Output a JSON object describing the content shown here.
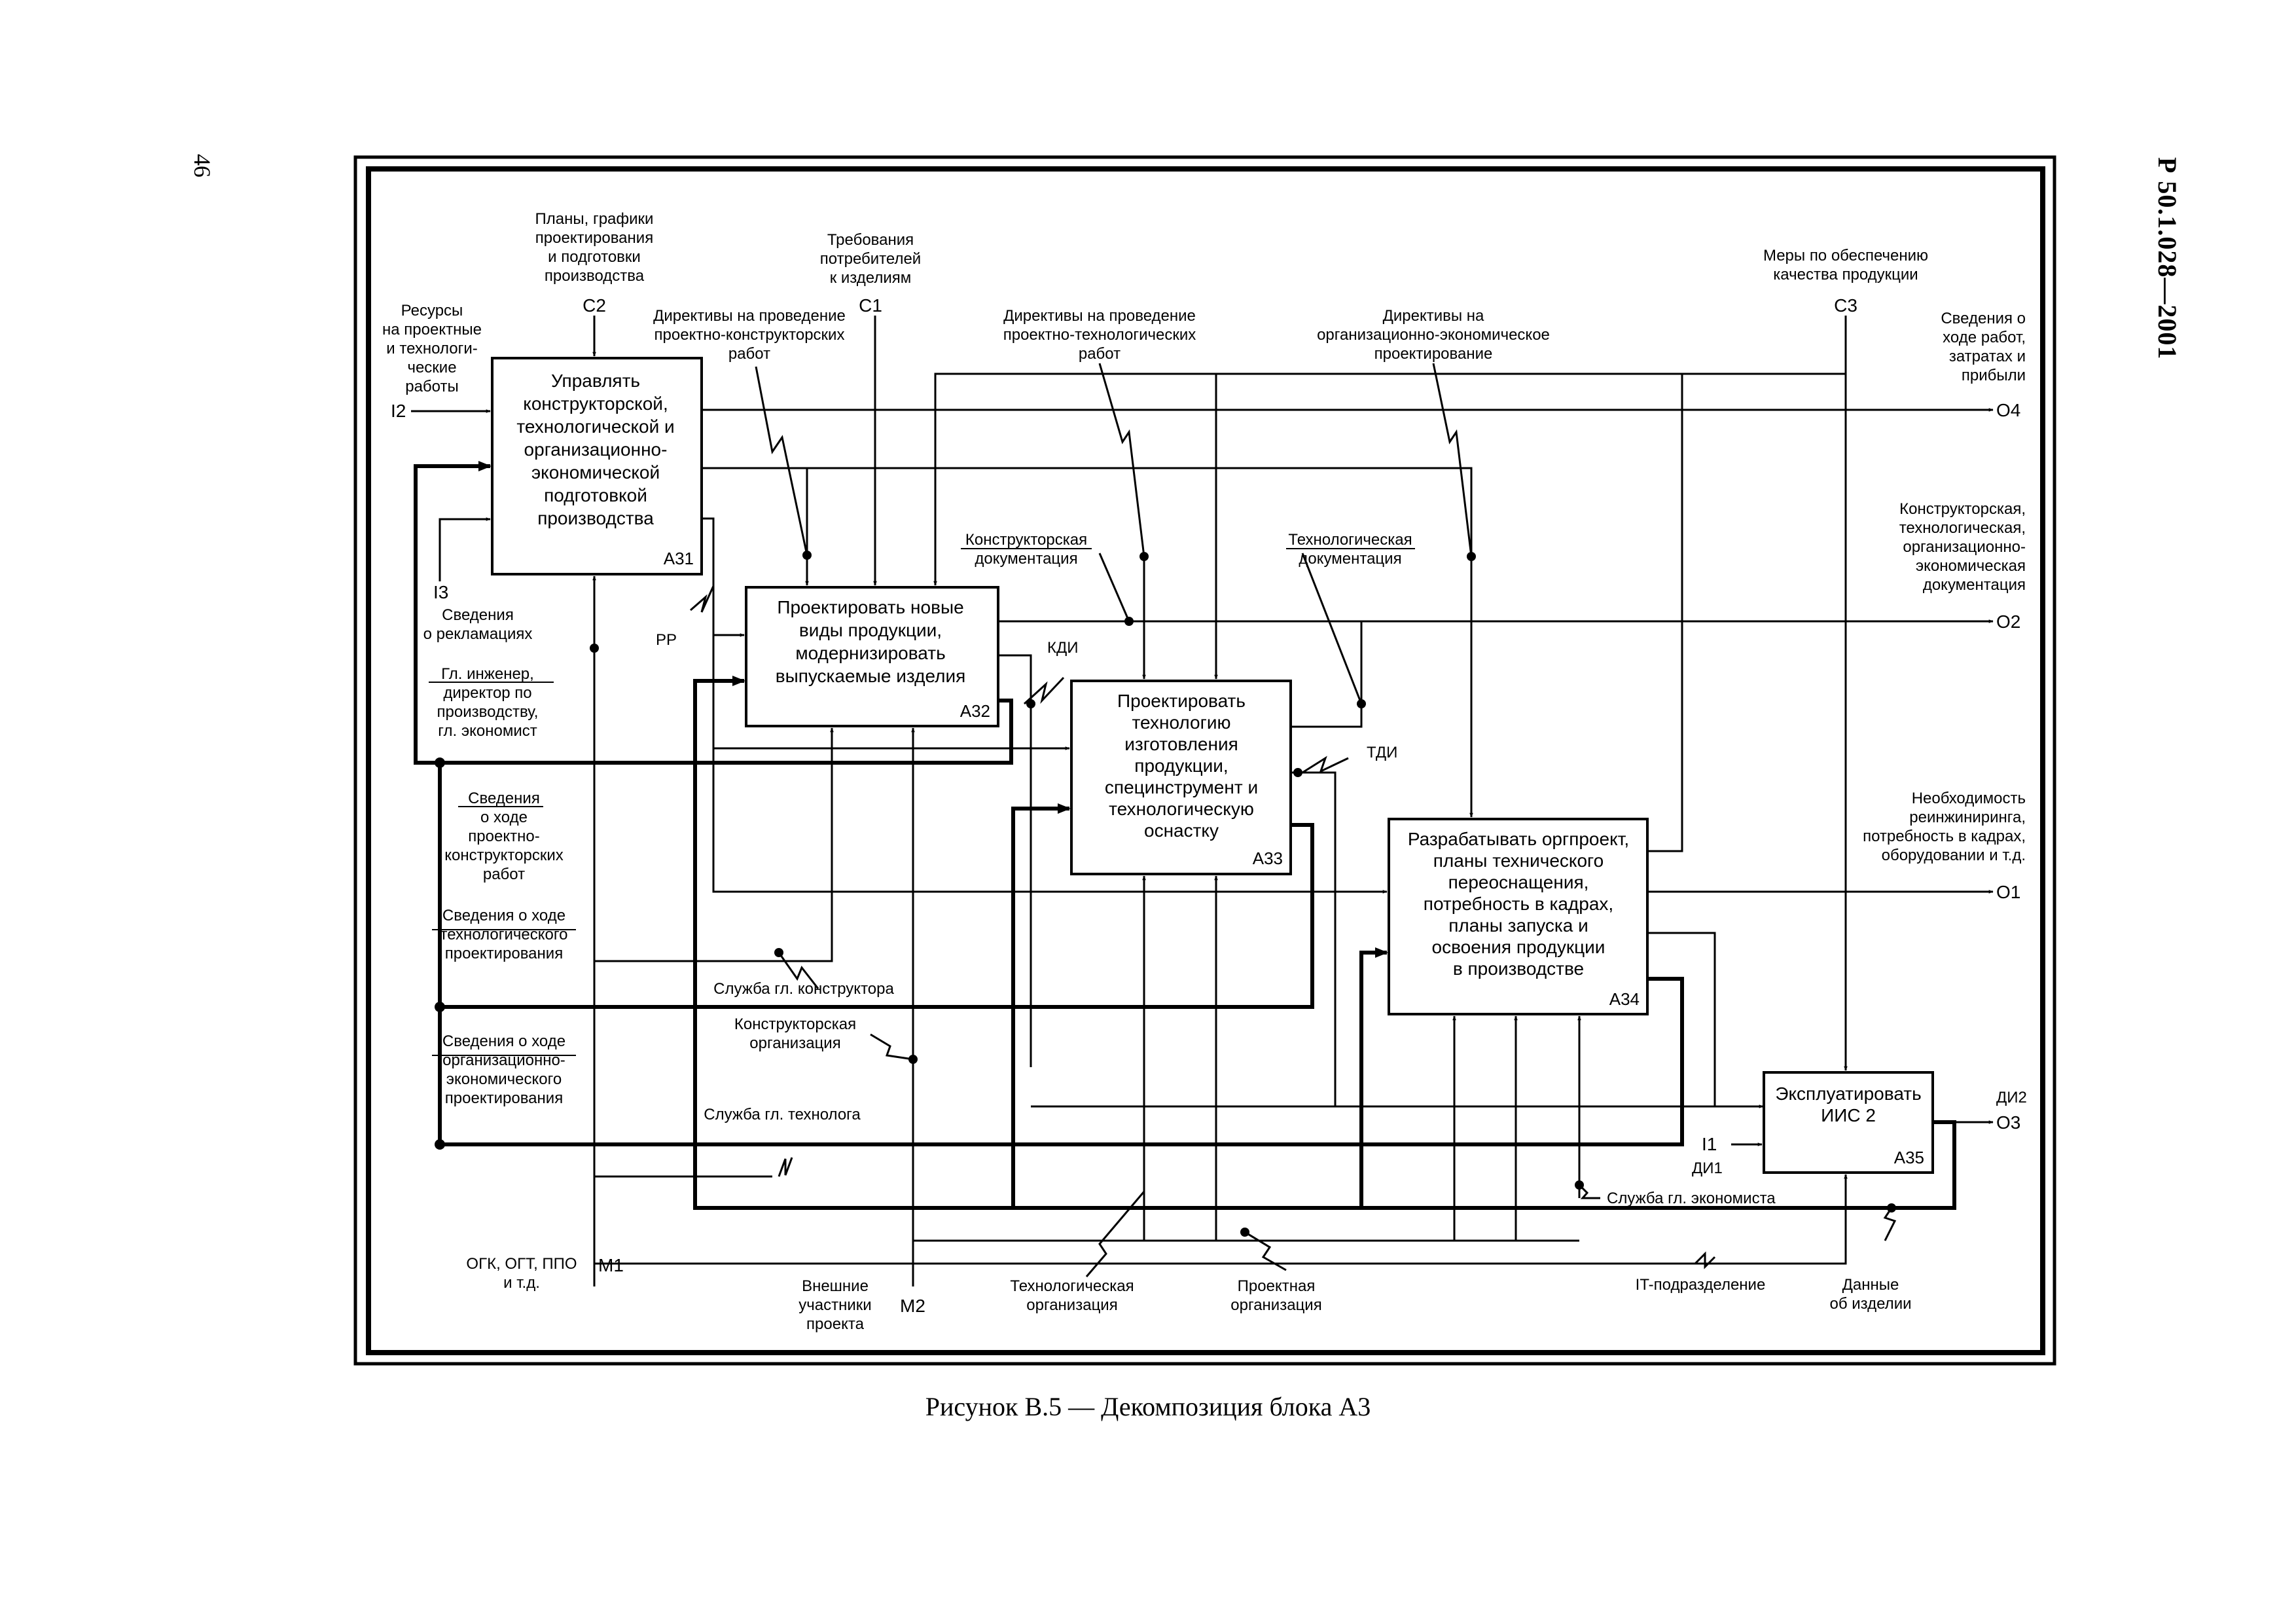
{
  "page": {
    "page_number": "46",
    "standard_code": "Р 50.1.028—2001",
    "caption": "Рисунок В.5 — Декомпозиция блока А3"
  },
  "boxes": [
    {
      "id": "A31",
      "label": "А31",
      "lines": [
        "Управлять",
        "конструкторской,",
        "технологической и",
        "организационно-",
        "экономической",
        "подготовкой",
        "производства"
      ]
    },
    {
      "id": "A32",
      "label": "А32",
      "lines": [
        "Проектировать новые",
        "виды продукции,",
        "модернизировать",
        "выпускаемые изделия"
      ]
    },
    {
      "id": "A33",
      "label": "А33",
      "lines": [
        "Проектировать",
        "технологию",
        "изготовления",
        "продукции,",
        "специнструмент и",
        "технологическую",
        "оснастку"
      ]
    },
    {
      "id": "A34",
      "label": "А34",
      "lines": [
        "Разрабатывать оргпроект,",
        "планы технического",
        "переоснащения,",
        "потребность в кадрах,",
        "планы запуска и",
        "освоения продукции",
        "в производстве"
      ]
    },
    {
      "id": "A35",
      "label": "А35",
      "lines": [
        "Эксплуатировать",
        "ИИС 2"
      ]
    }
  ],
  "labels": {
    "controls": {
      "c2": [
        "Планы, графики",
        "проектирования",
        "и подготовки",
        "производства"
      ],
      "c2_code": "С2",
      "c1": [
        "Требования",
        "потребителей",
        "к изделиям"
      ],
      "c1_code": "С1",
      "c3": [
        "Меры по обеспечению",
        "качества продукции"
      ],
      "c3_code": "С3",
      "dir_design": [
        "Директивы на проведение",
        "проектно-конструкторских",
        "работ"
      ],
      "dir_tech": [
        "Директивы на проведение",
        "проектно-технологических",
        "работ"
      ],
      "dir_org": [
        "Директивы на",
        "организационно-экономическое",
        "проектирование"
      ],
      "kd": "Конструкторская документация",
      "kd_lines": [
        "Конструкторская",
        "документация"
      ],
      "td_lines": [
        "Технологическая",
        "документация"
      ]
    },
    "inputs": {
      "i2": [
        "Ресурсы",
        "на проектные",
        "и технологи-",
        "ческие",
        "работы"
      ],
      "i2_code": "I2",
      "i3_code": "I3",
      "i3": [
        "Сведения",
        "о рекламациях"
      ],
      "i1_code": "I1",
      "di1": "ДИ1"
    },
    "outputs": {
      "o4": [
        "Сведения о",
        "ходе работ,",
        "затратах и",
        "прибыли"
      ],
      "o4_code": "О4",
      "o2": [
        "Конструкторская,",
        "технологическая,",
        "организационно-",
        "экономическая",
        "документация"
      ],
      "o2_code": "О2",
      "o1": [
        "Необходимость",
        "реинжиниринга,",
        "потребность в кадрах,",
        "оборудовании и т.д."
      ],
      "o1_code": "О1",
      "o3_code": "О3",
      "di2": "ДИ2"
    },
    "internal": {
      "pp": "РР",
      "kdi": "КДИ",
      "tdi": "ТДИ",
      "chief": [
        "Гл. инженер,",
        "директор по",
        "производству,",
        "гл. экономист"
      ],
      "svd_design": [
        "Сведения",
        "о ходе",
        "проектно-",
        "конструкторских",
        "работ"
      ],
      "svd_tech": [
        "Сведения о ходе",
        "технологического",
        "проектирования"
      ],
      "svd_org": [
        "Сведения о ходе",
        "организационно-",
        "экономического",
        "проектирования"
      ]
    },
    "mechanisms": {
      "svc_designer": "Служба гл. конструктора",
      "design_org": [
        "Конструкторская",
        "организация"
      ],
      "svc_technologist": "Служба гл. технолога",
      "svc_economist": "Служба гл. экономиста",
      "m1": [
        "ОГК, ОГТ, ППО",
        "и т.д."
      ],
      "m1_code": "М1",
      "ext": [
        "Внешние",
        "участники",
        "проекта"
      ],
      "m2_code": "М2",
      "tech_org": [
        "Технологическая",
        "организация"
      ],
      "proj_org": [
        "Проектная",
        "организация"
      ],
      "it": "IT-подразделение",
      "product_data": [
        "Данные",
        "об изделии"
      ]
    }
  }
}
